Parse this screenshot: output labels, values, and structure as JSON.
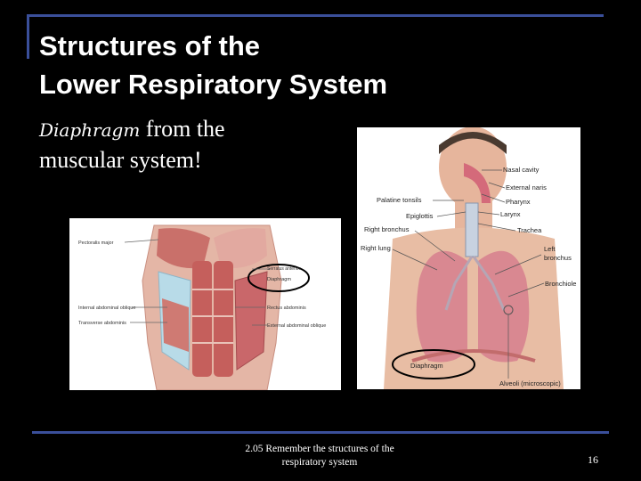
{
  "slide": {
    "title_line1": "Structures of the",
    "title_line2": "Lower Respiratory System",
    "subtitle_word1": "Diaphragm",
    "subtitle_rest1": " from the",
    "subtitle_line2": "muscular system!",
    "footer_line1": "2.05 Remember the structures of the",
    "footer_line2": "respiratory system",
    "page_number": "16",
    "accent_color": "#3a4f9a"
  },
  "muscle_figure": {
    "labels": {
      "pectoralis": "Pectoralis major",
      "serratus": "Serratus anterior",
      "diaphragm": "Diaphragm",
      "internal_oblique": "Internal abdominal oblique",
      "transverse": "Transverse abdominis",
      "rectus": "Rectus abdominis",
      "external_oblique": "External abdominal oblique"
    }
  },
  "respiratory_figure": {
    "labels": {
      "nasal_cavity": "Nasal cavity",
      "external_naris": "External naris",
      "pharynx": "Pharynx",
      "palatine_tonsils": "Palatine tonsils",
      "larynx": "Larynx",
      "epiglottis": "Epiglottis",
      "trachea": "Trachea",
      "right_bronchus": "Right bronchus",
      "right_lung": "Right lung",
      "left_bronchus_1": "Left",
      "left_bronchus_2": "bronchus",
      "bronchiole": "Bronchiole",
      "diaphragm": "Diaphragm",
      "alveoli": "Alveoli (microscopic)"
    }
  }
}
